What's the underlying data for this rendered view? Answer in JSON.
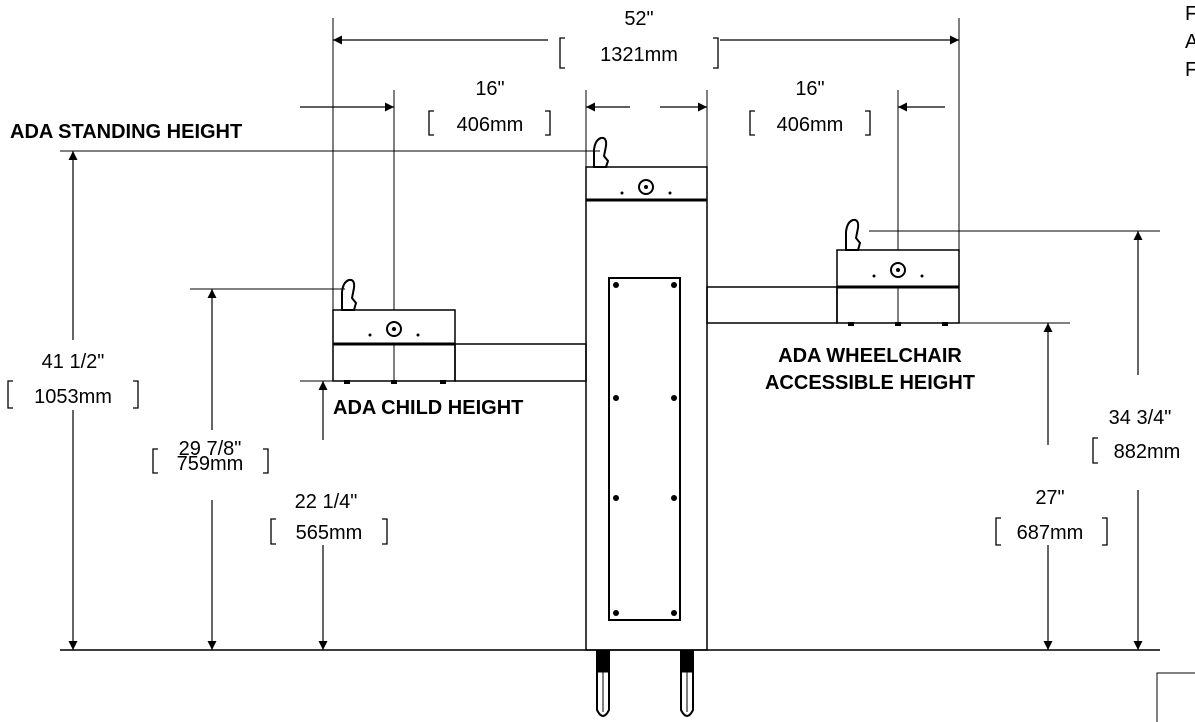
{
  "overall_width": {
    "imperial": "52\"",
    "metric": "1321mm"
  },
  "left_offset": {
    "imperial": "16\"",
    "metric": "406mm"
  },
  "right_offset": {
    "imperial": "16\"",
    "metric": "406mm"
  },
  "standing": {
    "title": "ADA STANDING HEIGHT",
    "imperial": "41 1/2\"",
    "metric": "1053mm"
  },
  "child": {
    "title": "ADA CHILD HEIGHT",
    "spout_imperial": "29 7/8\"",
    "spout_metric": "759mm",
    "rim_imperial": "22 1/4\"",
    "rim_metric": "565mm"
  },
  "wheelchair": {
    "title_line1": "ADA WHEELCHAIR",
    "title_line2": "ACCESSIBLE HEIGHT",
    "rim_imperial": "27\"",
    "rim_metric": "687mm",
    "spout_imperial": "34 3/4\"",
    "spout_metric": "882mm"
  },
  "corner_text": [
    "F",
    "A",
    "F"
  ]
}
